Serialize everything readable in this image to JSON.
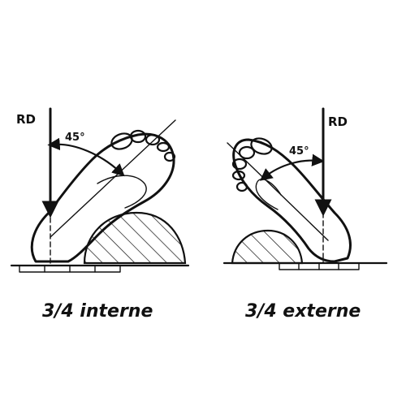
{
  "left_view": {
    "ray_label": "RD",
    "angle_label": "45°",
    "caption": "3/4 interne"
  },
  "right_view": {
    "ray_label": "RD",
    "angle_label": "45°",
    "caption": "3/4 externe"
  },
  "colors": {
    "ink": "#111111",
    "background": "#ffffff"
  }
}
